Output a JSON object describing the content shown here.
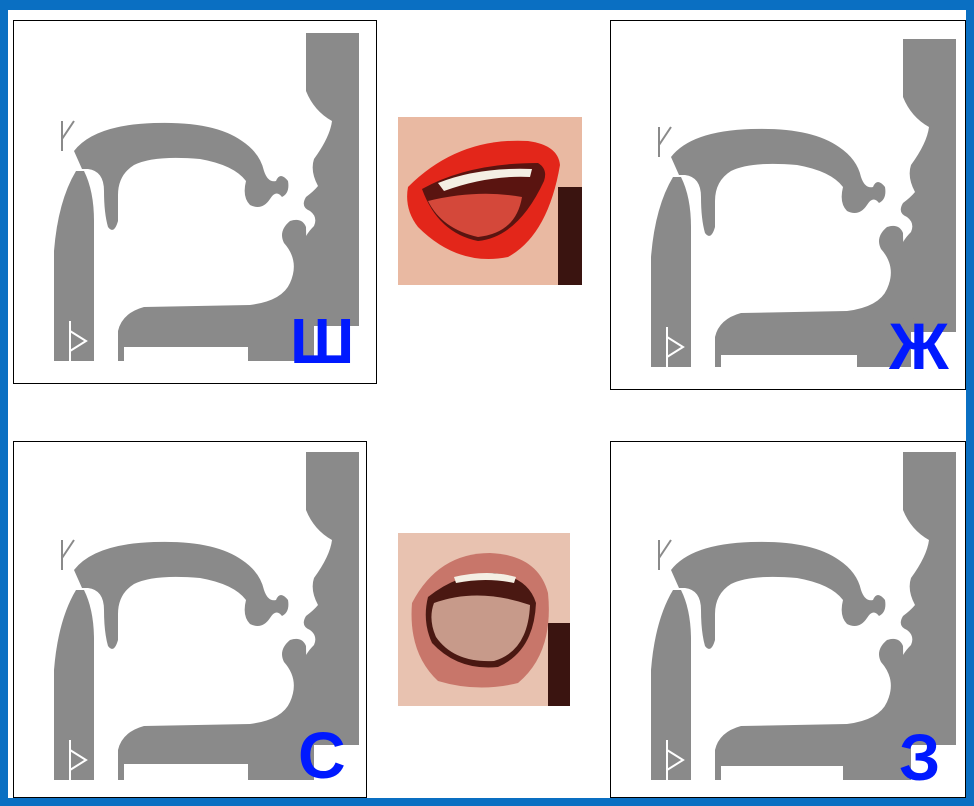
{
  "colors": {
    "frame": "#0a6fc2",
    "silhouette": "#8a8a8a",
    "letter": "#0019ff",
    "lip_red": "#e3261a",
    "lip_natural": "#c8766a"
  },
  "panels": [
    {
      "id": "top-left",
      "letter": "Ш"
    },
    {
      "id": "top-right",
      "letter": "Ж"
    },
    {
      "id": "bottom-left",
      "letter": "С"
    },
    {
      "id": "bottom-right",
      "letter": "З"
    }
  ],
  "photos": [
    {
      "id": "mouth-sh-zh",
      "icon": "mouth-raised-tongue-photo"
    },
    {
      "id": "mouth-s-z",
      "icon": "mouth-lowered-tongue-photo"
    }
  ]
}
